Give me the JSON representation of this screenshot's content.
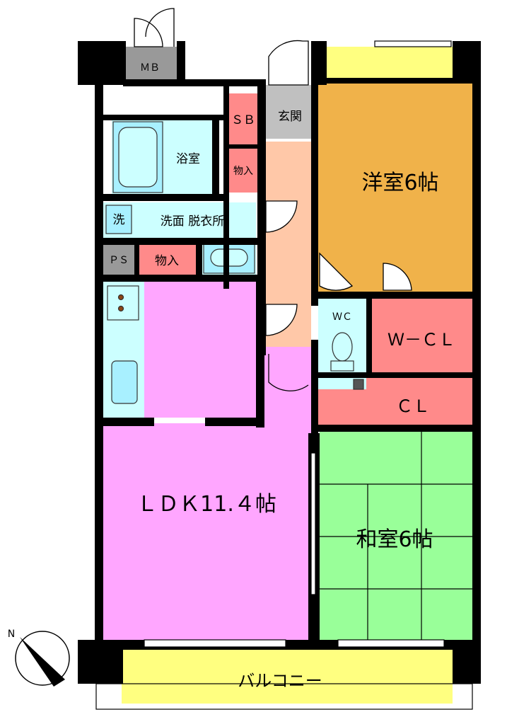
{
  "rooms": {
    "mb": "ＭＢ",
    "sb": "ＳＢ",
    "genkan": "玄関",
    "storage_small": "物入",
    "bath": "浴室",
    "washer": "洗",
    "washroom": "洗面 脱衣所",
    "ps": "ＰＳ",
    "storage": "物入",
    "western": "洋室6帖",
    "wc": "ＷＣ",
    "wcl": "Ｗ－ＣＬ",
    "cl": "ＣＬ",
    "ldk": "ＬＤＫ11.４帖",
    "japanese": "和室6帖",
    "balcony": "バルコニー"
  },
  "compass": {
    "north": "N"
  },
  "colors": {
    "western_room": "#F0B24A",
    "balcony": "#FFFF80",
    "ldk": "#FFA6FF",
    "japanese_room": "#99FF99",
    "storage": "#FF8A8A",
    "wet_area": "#CCFFFF",
    "hallway": "#FFC8A8",
    "shaft": "#999999",
    "wall": "#000000"
  }
}
